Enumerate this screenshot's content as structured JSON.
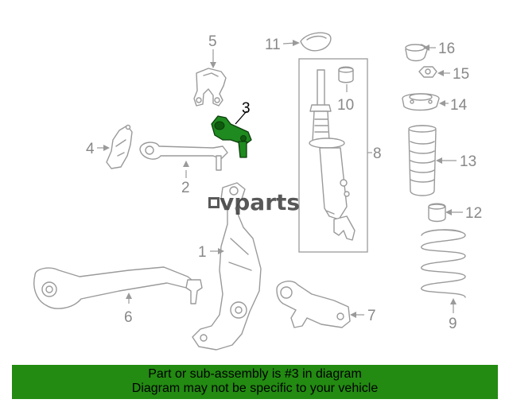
{
  "diagram": {
    "callouts": {
      "p1": "1",
      "p2": "2",
      "p3": "3",
      "p4": "4",
      "p5": "5",
      "p6": "6",
      "p7": "7",
      "p8": "8",
      "p9": "9",
      "p10": "10",
      "p11": "11",
      "p12": "12",
      "p13": "13",
      "p14": "14",
      "p15": "15",
      "p16": "16"
    },
    "highlighted_part": "3",
    "watermark": "vparts",
    "colors": {
      "highlight": "#1f8a1f",
      "banner": "#238a12",
      "line": "#9a9a9a"
    }
  },
  "banner": {
    "line1": "Part or sub-assembly is #3 in diagram",
    "line2": "Diagram may not be specific to your vehicle"
  }
}
